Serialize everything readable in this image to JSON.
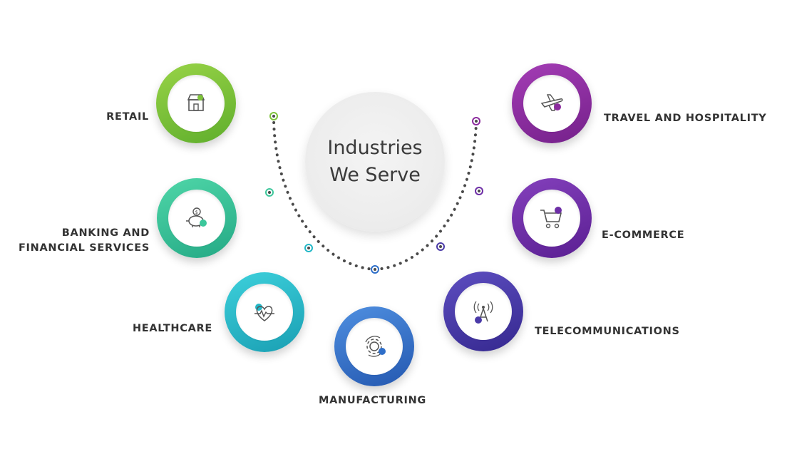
{
  "center": {
    "line1": "Industries",
    "line2": "We Serve"
  },
  "items": [
    {
      "id": "retail",
      "label": "RETAIL",
      "icon": "store-icon",
      "color": "#7ec33a"
    },
    {
      "id": "banking",
      "label_line1": "BANKING AND",
      "label_line2": "FINANCIAL SERVICES",
      "icon": "piggy-bank-icon",
      "color": "#3cc79b"
    },
    {
      "id": "healthcare",
      "label": "HEALTHCARE",
      "icon": "heart-pulse-icon",
      "color": "#24b8c7"
    },
    {
      "id": "manufacturing",
      "label": "MANUFACTURING",
      "icon": "gear-cycle-icon",
      "color": "#2f6fc9"
    },
    {
      "id": "telecommunications",
      "label": "TELECOMMUNICATIONS",
      "icon": "antenna-icon",
      "color": "#4a3aa8"
    },
    {
      "id": "ecommerce",
      "label": "E-COMMERCE",
      "icon": "shopping-cart-icon",
      "color": "#6d2ea6"
    },
    {
      "id": "travel",
      "label": "TRAVEL AND HOSPITALITY",
      "icon": "airplane-icon",
      "color": "#8c2b9e"
    }
  ]
}
